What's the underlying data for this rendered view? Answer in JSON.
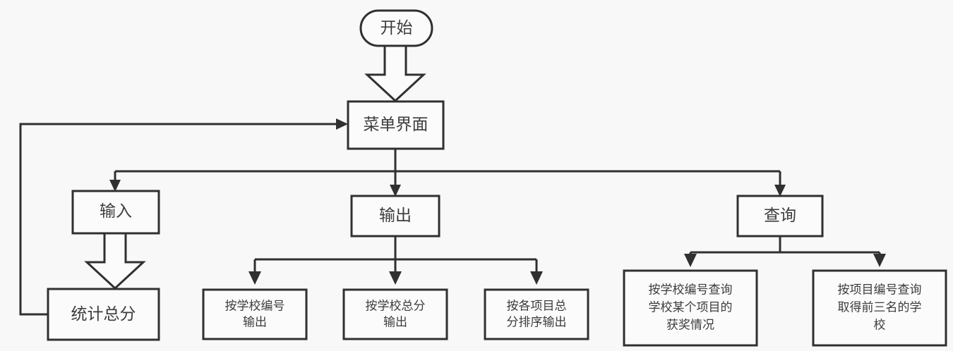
{
  "diagram": {
    "title": "",
    "type": "flowchart",
    "colors": {
      "background": "#f8f8f8",
      "node_fill": "#fbfbfb",
      "stroke": "#303030",
      "text": "#3c3c3c"
    },
    "nodes": {
      "start": {
        "label": "开始",
        "shape": "stadium"
      },
      "menu": {
        "label": "菜单界面",
        "shape": "rect"
      },
      "input": {
        "label": "输入",
        "shape": "rect"
      },
      "total_score": {
        "label": "统计总分",
        "shape": "rect"
      },
      "output": {
        "label": "输出",
        "shape": "rect"
      },
      "query": {
        "label": "查询",
        "shape": "rect"
      },
      "out_by_school_id": {
        "line1": "按学校编号",
        "line2": "输出",
        "shape": "rect"
      },
      "out_by_school_total": {
        "line1": "按学校总分",
        "line2": "输出",
        "shape": "rect"
      },
      "out_by_event_rank": {
        "line1": "按各项目总",
        "line2": "分排序输出",
        "shape": "rect"
      },
      "query_school_event": {
        "line1": "按学校编号查询",
        "line2": "学校某个项目的",
        "line3": "获奖情况",
        "shape": "rect"
      },
      "query_event_top3": {
        "line1": "按项目编号查询",
        "line2": "取得前三名的学",
        "line3": "校",
        "shape": "rect"
      }
    },
    "edges": [
      {
        "from": "start",
        "to": "menu",
        "style": "block-arrow"
      },
      {
        "from": "menu",
        "to": "input",
        "style": "line-arrow"
      },
      {
        "from": "menu",
        "to": "output",
        "style": "line-arrow"
      },
      {
        "from": "menu",
        "to": "query",
        "style": "line-arrow"
      },
      {
        "from": "input",
        "to": "total_score",
        "style": "block-arrow"
      },
      {
        "from": "total_score",
        "to": "menu",
        "style": "line-arrow-feedback"
      },
      {
        "from": "output",
        "to": "out_by_school_id",
        "style": "line-arrow"
      },
      {
        "from": "output",
        "to": "out_by_school_total",
        "style": "line-arrow"
      },
      {
        "from": "output",
        "to": "out_by_event_rank",
        "style": "line-arrow"
      },
      {
        "from": "query",
        "to": "query_school_event",
        "style": "line-arrow"
      },
      {
        "from": "query",
        "to": "query_event_top3",
        "style": "line-arrow"
      }
    ]
  }
}
